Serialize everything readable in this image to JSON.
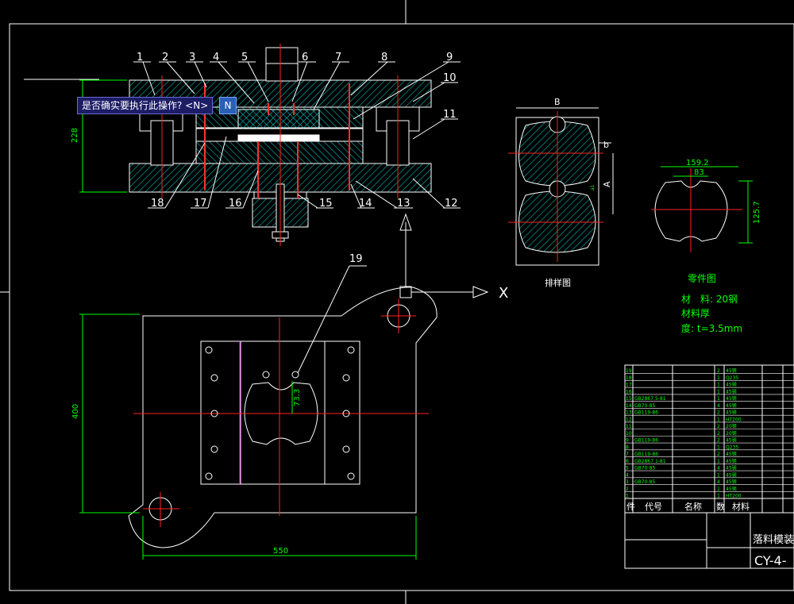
{
  "command_prompt": {
    "question": "是否确实要执行此操作? <N>",
    "input_value": "N"
  },
  "part_numbers": {
    "top": [
      "1",
      "2",
      "3",
      "4",
      "5",
      "6",
      "7",
      "8",
      "9"
    ],
    "right": [
      "10",
      "11",
      "12",
      "13"
    ],
    "bottom": [
      "18",
      "17",
      "16",
      "15",
      "14"
    ],
    "plan_view": "19"
  },
  "dimensions": {
    "die_height": "228",
    "plan_height": "400",
    "plan_width": "550",
    "strip_width": "B",
    "strip_pitch": "A",
    "strip_bridge": "b",
    "strip_gap": "a1",
    "part_width": "159.2",
    "part_inner_width": "83",
    "part_height": "125.7",
    "hole_offset": "73.3"
  },
  "labels": {
    "strip_layout": "排样图",
    "part_drawing": "零件图",
    "material": "材　料: 20钢",
    "thickness_line1": "材料厚",
    "thickness_line2": "度: t=3.5mm",
    "axis_x": "X"
  },
  "title_block": {
    "header": {
      "no": "件",
      "code": "代号",
      "name": "名称",
      "qty": "数",
      "material": "材料"
    },
    "drawing_title": "落料模装配",
    "drawing_number": "CY-4-",
    "rows": [
      {
        "no": "19",
        "code": "",
        "name": "",
        "qty": "2",
        "mat": "45钢"
      },
      {
        "no": "18",
        "code": "",
        "name": "",
        "qty": "1",
        "mat": "Q235"
      },
      {
        "no": "17",
        "code": "",
        "name": "",
        "qty": "1",
        "mat": "45钢"
      },
      {
        "no": "16",
        "code": "",
        "name": "",
        "qty": "1",
        "mat": "45钢"
      },
      {
        "no": "15",
        "code": "GB2867.5-81",
        "name": "",
        "qty": "1",
        "mat": "45钢"
      },
      {
        "no": "14",
        "code": "GB70-85",
        "name": "",
        "qty": "4",
        "mat": "45钢"
      },
      {
        "no": "13",
        "code": "GB119-86",
        "name": "",
        "qty": "2",
        "mat": "45钢"
      },
      {
        "no": "12",
        "code": "",
        "name": "",
        "qty": "1",
        "mat": "HT200"
      },
      {
        "no": "11",
        "code": "",
        "name": "",
        "qty": "2",
        "mat": "20钢"
      },
      {
        "no": "10",
        "code": "",
        "name": "",
        "qty": "2",
        "mat": "20钢"
      },
      {
        "no": "9",
        "code": "GB119-86",
        "name": "",
        "qty": "2",
        "mat": "45钢"
      },
      {
        "no": "8",
        "code": "",
        "name": "",
        "qty": "1",
        "mat": "Q235"
      },
      {
        "no": "7",
        "code": "GB119-86",
        "name": "",
        "qty": "2",
        "mat": "45钢"
      },
      {
        "no": "6",
        "code": "GB2867.1-81",
        "name": "",
        "qty": "1",
        "mat": "45钢"
      },
      {
        "no": "5",
        "code": "GB70-85",
        "name": "",
        "qty": "4",
        "mat": "45钢"
      },
      {
        "no": "4",
        "code": "",
        "name": "",
        "qty": "1",
        "mat": "45钢"
      },
      {
        "no": "3",
        "code": "GB70-85",
        "name": "",
        "qty": "4",
        "mat": "45钢"
      },
      {
        "no": "2",
        "code": "",
        "name": "",
        "qty": "1",
        "mat": "45钢"
      },
      {
        "no": "1",
        "code": "",
        "name": "",
        "qty": "1",
        "mat": "HT200"
      }
    ]
  },
  "colors": {
    "background": "#000000",
    "outline": "#ffffff",
    "hatch": "#00cccc",
    "dimension": "#00ff00",
    "centerline": "#ff0000",
    "hidden": "#ff00ff"
  }
}
